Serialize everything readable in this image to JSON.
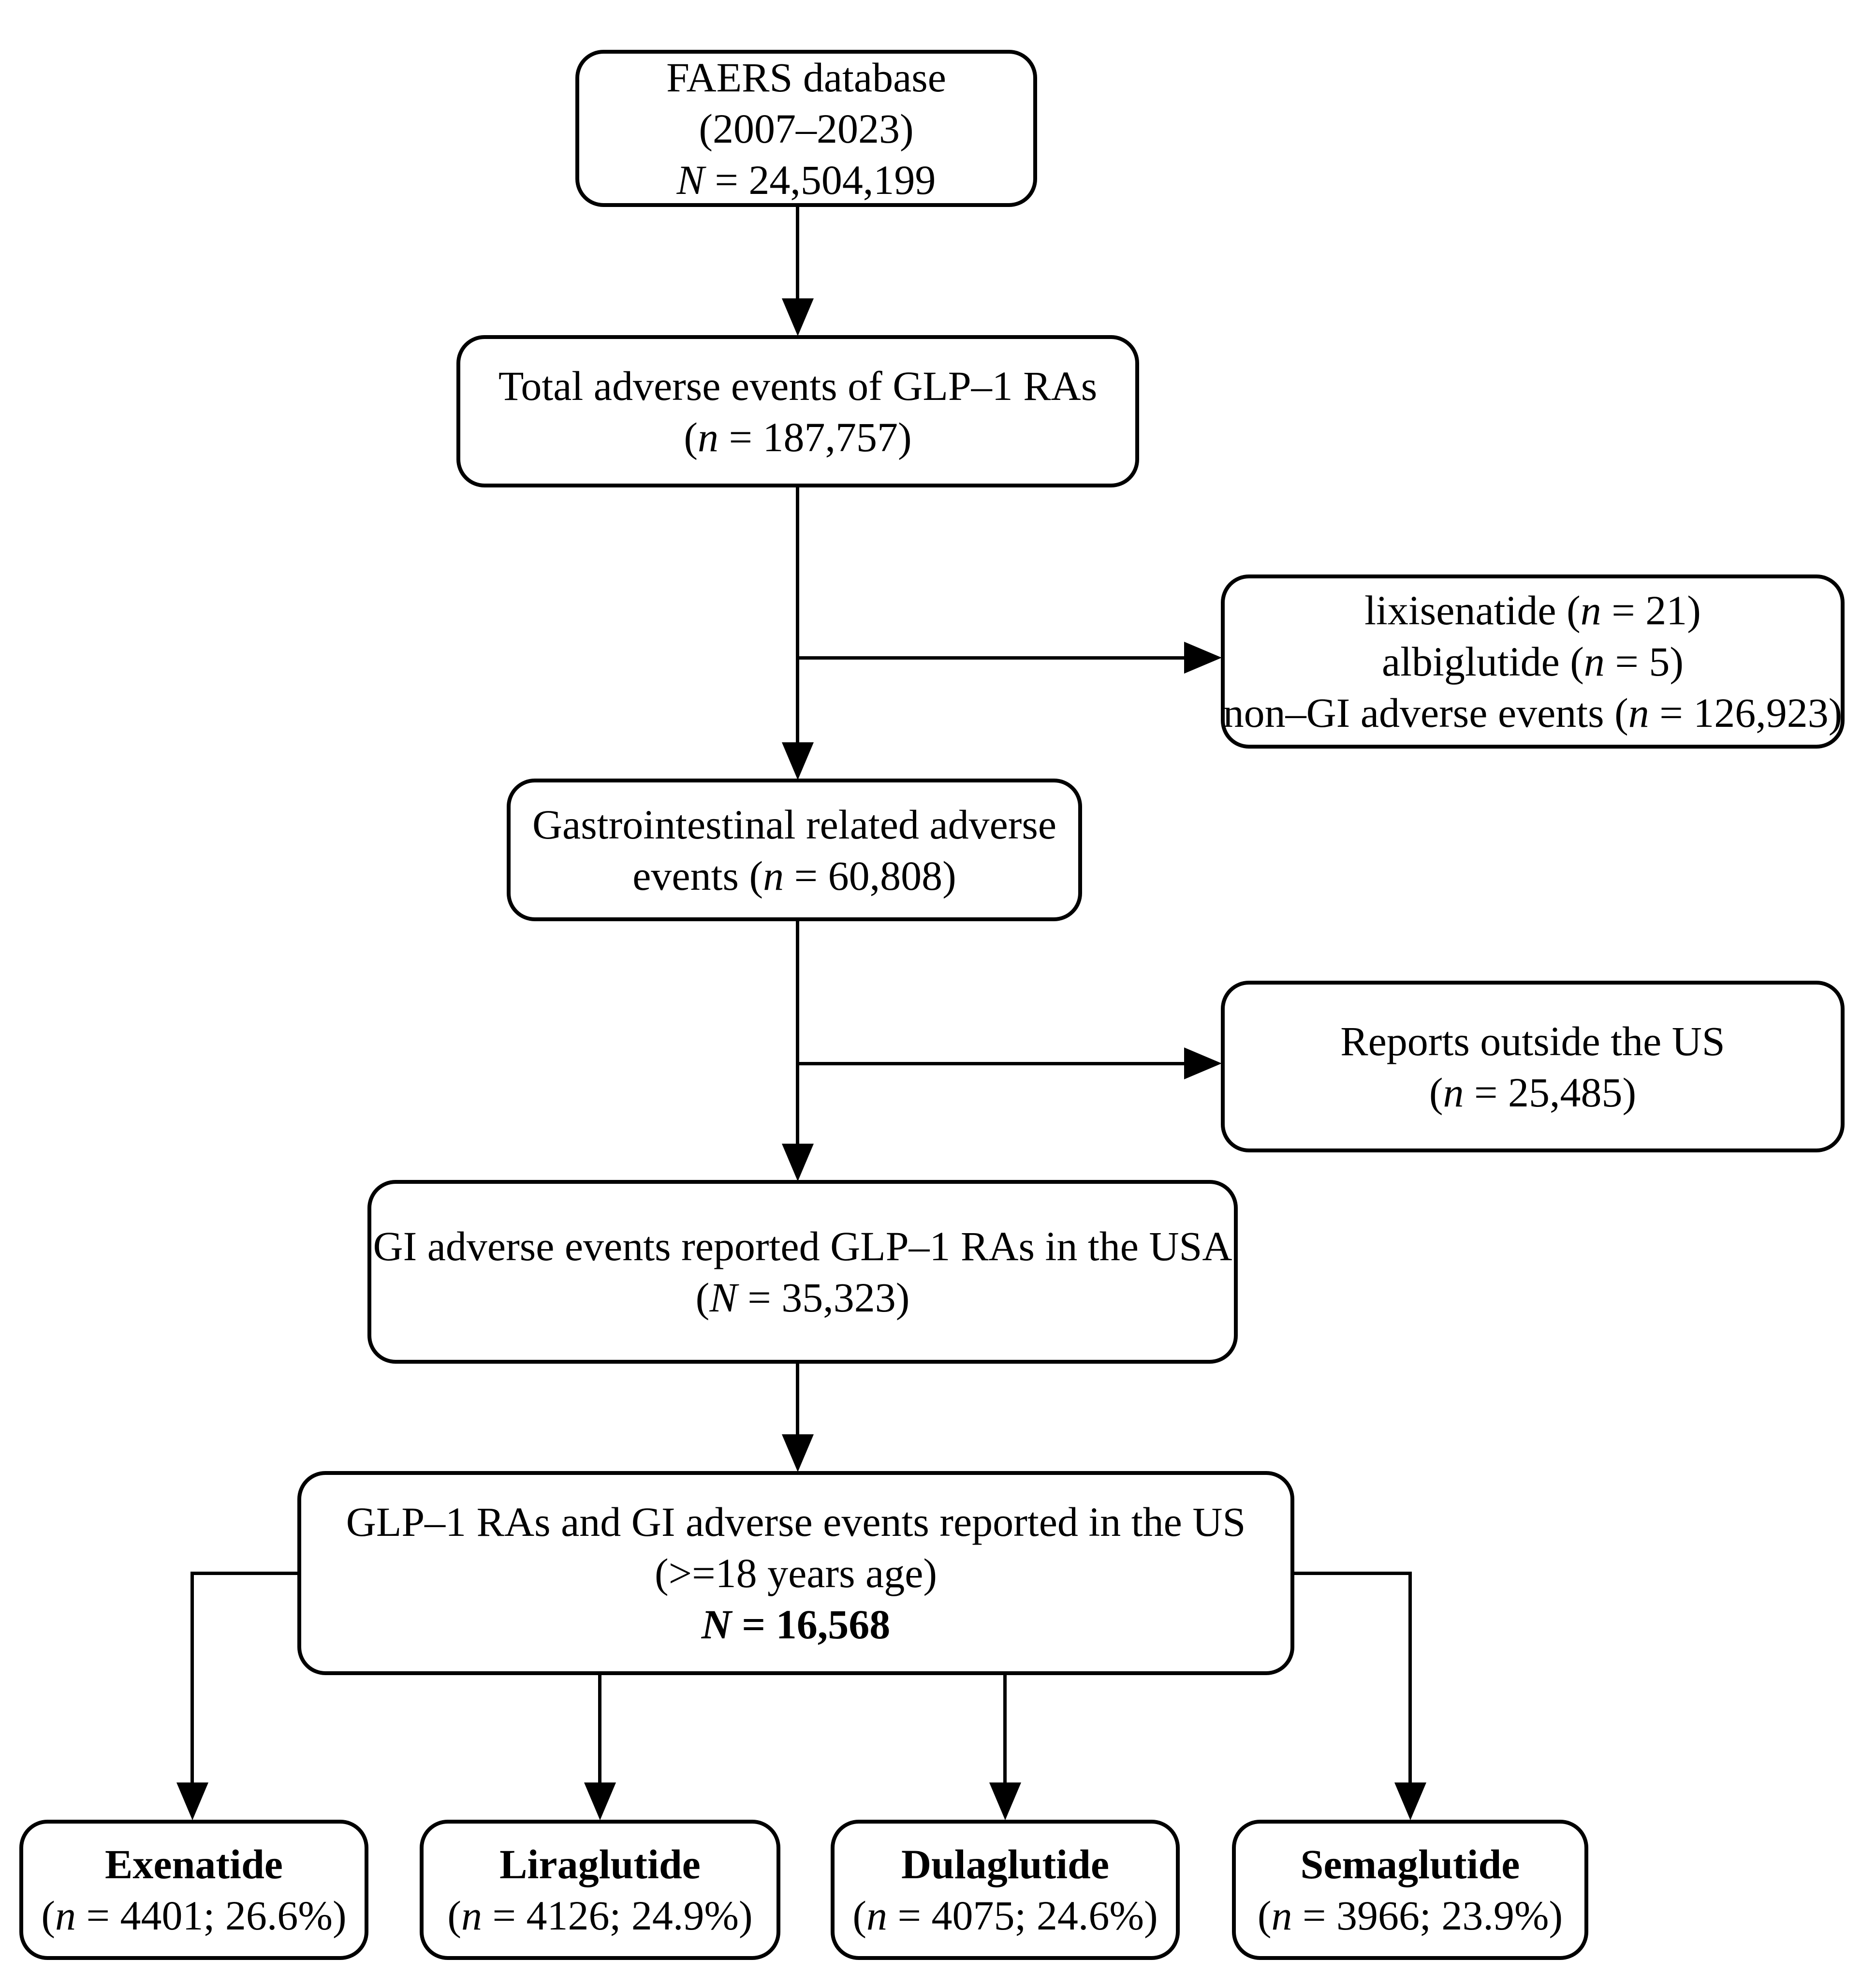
{
  "figure": {
    "background_color": "#ffffff",
    "line_color": "#000000",
    "type": "study-flow-diagram"
  },
  "boxes": {
    "faers": {
      "lines": [
        [
          {
            "t": "FAERS database"
          }
        ],
        [
          {
            "t": "(2007–2023)"
          }
        ],
        [
          {
            "t": "N",
            "i": true
          },
          {
            "t": " = 24,504,199"
          }
        ]
      ]
    },
    "total": {
      "lines": [
        [
          {
            "t": "Total adverse events of GLP–1 RAs"
          }
        ],
        [
          {
            "t": "("
          },
          {
            "t": "n",
            "i": true
          },
          {
            "t": " = 187,757)"
          }
        ]
      ]
    },
    "excluded": {
      "lines": [
        [
          {
            "t": "lixisenatide ("
          },
          {
            "t": "n",
            "i": true
          },
          {
            "t": " = 21)"
          }
        ],
        [
          {
            "t": "albiglutide ("
          },
          {
            "t": "n",
            "i": true
          },
          {
            "t": " = 5)"
          }
        ],
        [
          {
            "t": "non–GI adverse events ("
          },
          {
            "t": "n",
            "i": true
          },
          {
            "t": " = 126,923)"
          }
        ]
      ]
    },
    "gi": {
      "lines": [
        [
          {
            "t": "Gastrointestinal related adverse"
          }
        ],
        [
          {
            "t": "events ("
          },
          {
            "t": "n",
            "i": true
          },
          {
            "t": " = 60,808)"
          }
        ]
      ]
    },
    "outside": {
      "lines": [
        [
          {
            "t": "Reports outside the US"
          }
        ],
        [
          {
            "t": "("
          },
          {
            "t": "n",
            "i": true
          },
          {
            "t": " = 25,485)"
          }
        ]
      ]
    },
    "usa": {
      "lines": [
        [
          {
            "t": "GI adverse events reported GLP–1 RAs in the USA"
          }
        ],
        [
          {
            "t": "("
          },
          {
            "t": "N",
            "i": true
          },
          {
            "t": " = 35,323)"
          }
        ]
      ]
    },
    "adults": {
      "lines": [
        [
          {
            "t": "GLP–1 RAs and GI adverse events reported in the US"
          }
        ],
        [
          {
            "t": "(>=18 years age)"
          }
        ],
        [
          {
            "t": "N",
            "i": true,
            "b": true
          },
          {
            "t": " = 16,568",
            "b": true
          }
        ]
      ]
    },
    "exenatide": {
      "lines": [
        [
          {
            "t": "Exenatide",
            "b": true
          }
        ],
        [
          {
            "t": "("
          },
          {
            "t": "n",
            "i": true
          },
          {
            "t": " = 4401; 26.6%)"
          }
        ]
      ]
    },
    "liraglutide": {
      "lines": [
        [
          {
            "t": "Liraglutide",
            "b": true
          }
        ],
        [
          {
            "t": "("
          },
          {
            "t": "n",
            "i": true
          },
          {
            "t": " = 4126; 24.9%)"
          }
        ]
      ]
    },
    "dulaglutide": {
      "lines": [
        [
          {
            "t": "Dulaglutide",
            "b": true
          }
        ],
        [
          {
            "t": "("
          },
          {
            "t": "n",
            "i": true
          },
          {
            "t": " = 4075; 24.6%)"
          }
        ]
      ]
    },
    "semaglutide": {
      "lines": [
        [
          {
            "t": "Semaglutide",
            "b": true
          }
        ],
        [
          {
            "t": "("
          },
          {
            "t": "n",
            "i": true
          },
          {
            "t": " = 3966; 23.9%)"
          }
        ]
      ]
    }
  }
}
